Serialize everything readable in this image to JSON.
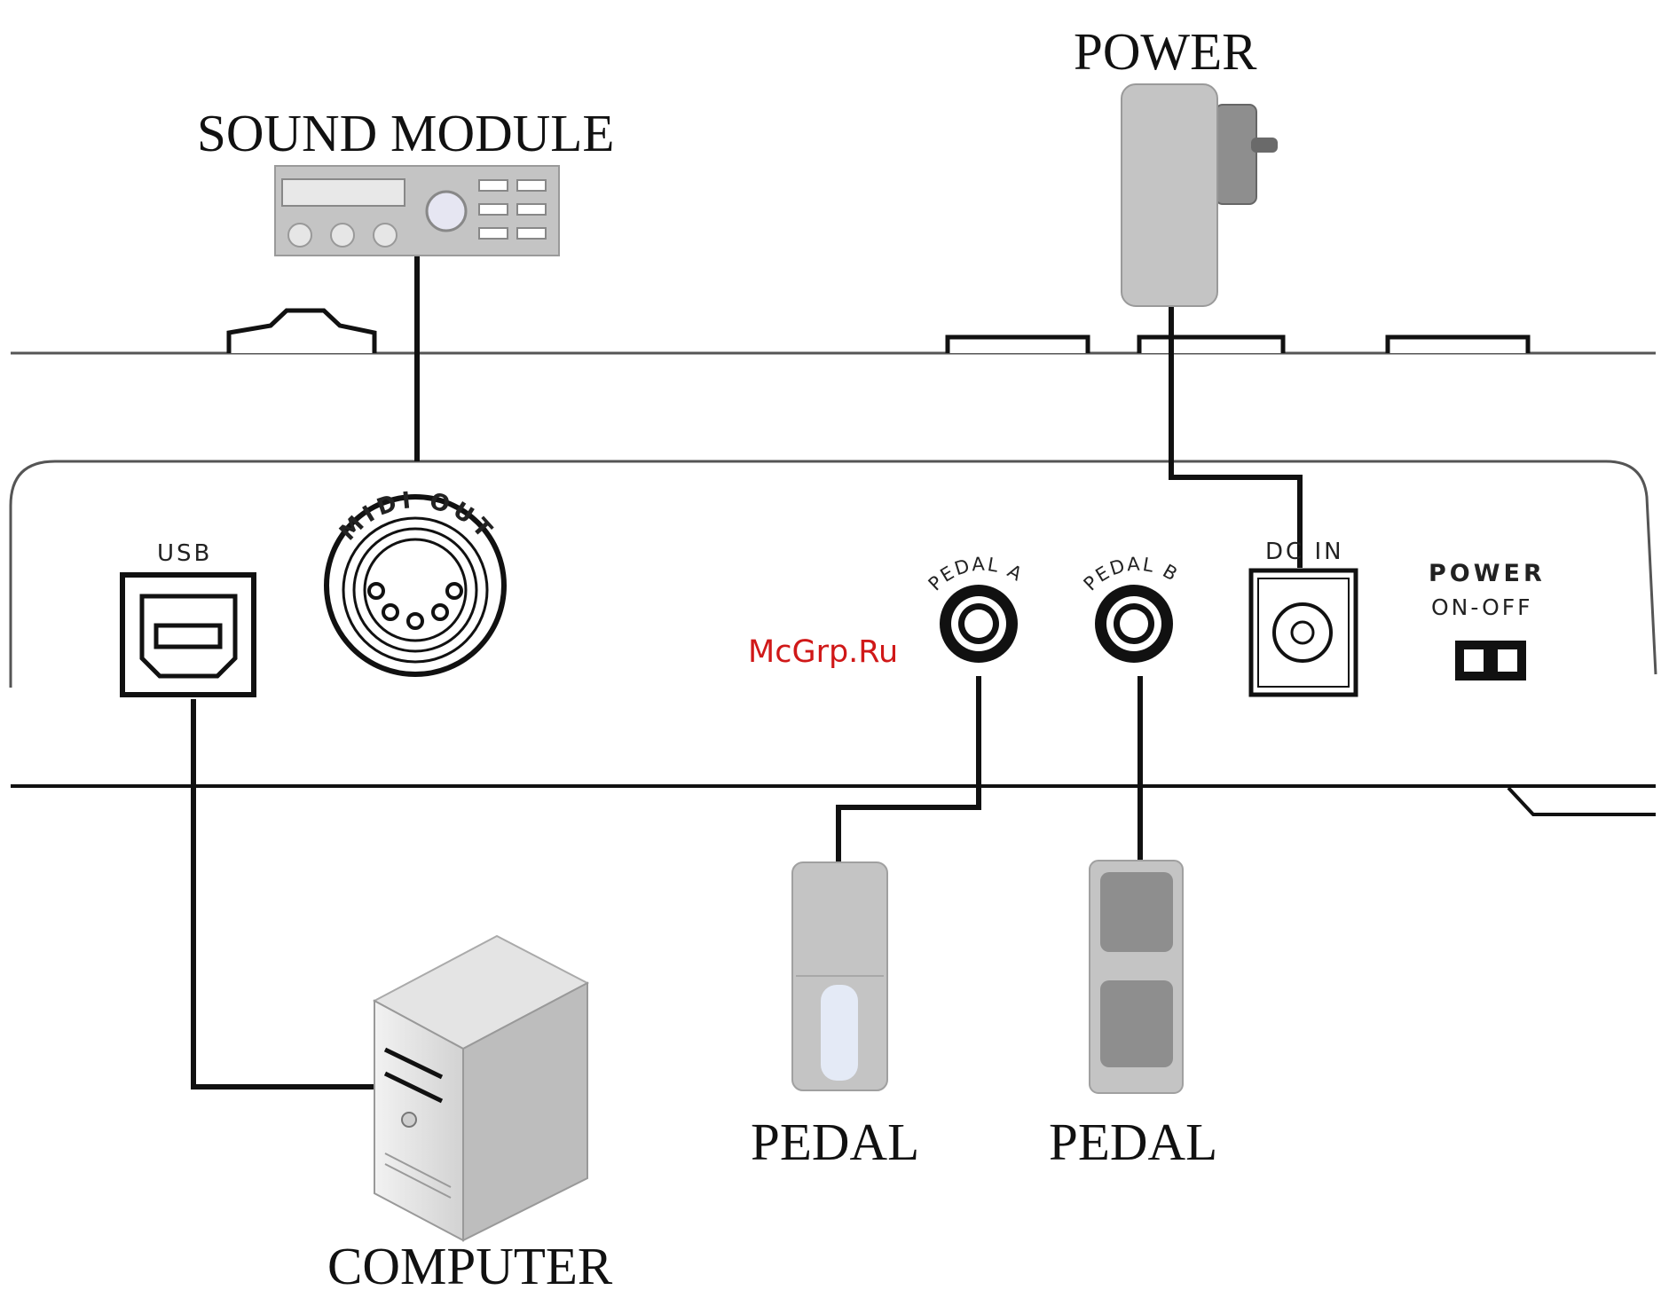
{
  "labels": {
    "sound_module": "SOUND MODULE",
    "power_adapter": "POWER",
    "computer": "COMPUTER",
    "pedal_a_device": "PEDAL",
    "pedal_b_device": "PEDAL"
  },
  "panel": {
    "usb": "USB",
    "midi_out": "MIDI OUT",
    "pedal_a": "PEDAL A",
    "pedal_b": "PEDAL B",
    "dc_in": "DC IN",
    "power": "POWER",
    "on_off": "ON-OFF"
  },
  "watermark": "McGrp.Ru",
  "colors": {
    "outline": "#111111",
    "device_gray": "#c4c4c4",
    "device_dark": "#8e8e8e",
    "watermark": "#d01818"
  }
}
